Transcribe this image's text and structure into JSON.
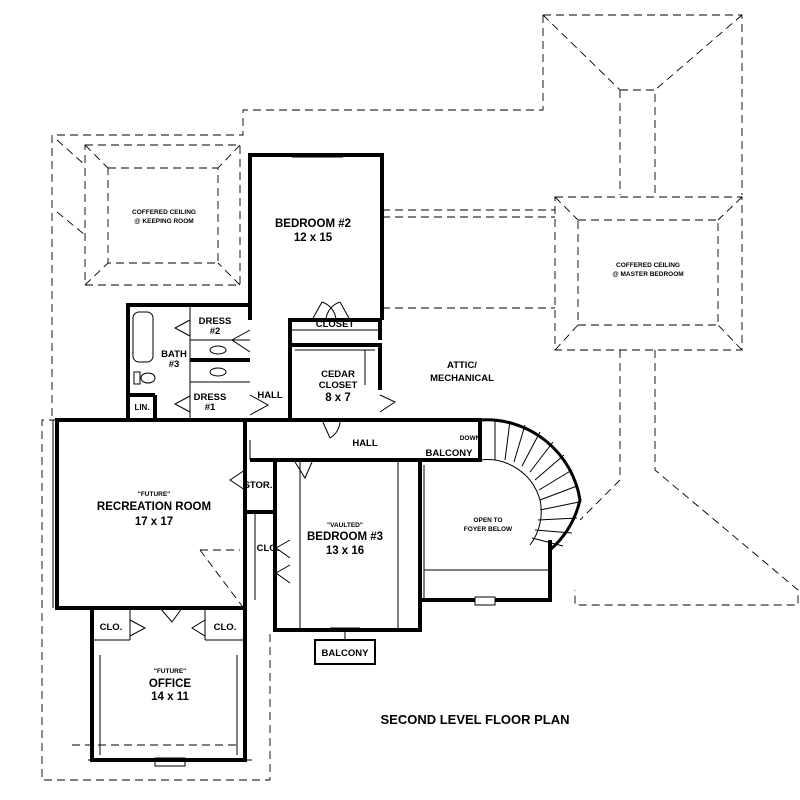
{
  "plan_title": "SECOND LEVEL FLOOR PLAN",
  "rooms": {
    "bedroom2": {
      "name": "BEDROOM #2",
      "size": "12 x 15"
    },
    "bedroom3": {
      "tag": "\"VAULTED\"",
      "name": "BEDROOM #3",
      "size": "13 x 16"
    },
    "recreation": {
      "tag": "\"FUTURE\"",
      "name": "RECREATION ROOM",
      "size": "17 x 17"
    },
    "office": {
      "tag": "\"FUTURE\"",
      "name": "OFFICE",
      "size": "14 x 11"
    },
    "cedar_closet": {
      "name1": "CEDAR",
      "name2": "CLOSET",
      "size": "8 x 7"
    },
    "dress2": {
      "name": "DRESS",
      "num": "#2"
    },
    "dress1": {
      "name": "DRESS",
      "num": "#1"
    },
    "bath3": {
      "name": "BATH",
      "num": "#3"
    }
  },
  "labels": {
    "closet": "CLOSET",
    "lin": "LIN.",
    "hall_left": "HALL",
    "hall_main": "HALL",
    "stor": "STOR.",
    "clo_bed3": "CLO.",
    "clo_office_left": "CLO.",
    "clo_office_right": "CLO.",
    "attic1": "ATTIC/",
    "attic2": "MECHANICAL",
    "down": "DOWN",
    "balcony_stair": "BALCONY",
    "balcony_bottom": "BALCONY",
    "open1": "OPEN TO",
    "open2": "FOYER BELOW",
    "coffered_keeping1": "COFFERED CEILING",
    "coffered_keeping2": "@ KEEPING ROOM",
    "coffered_master1": "COFFERED CEILING",
    "coffered_master2": "@ MASTER BEDROOM"
  }
}
